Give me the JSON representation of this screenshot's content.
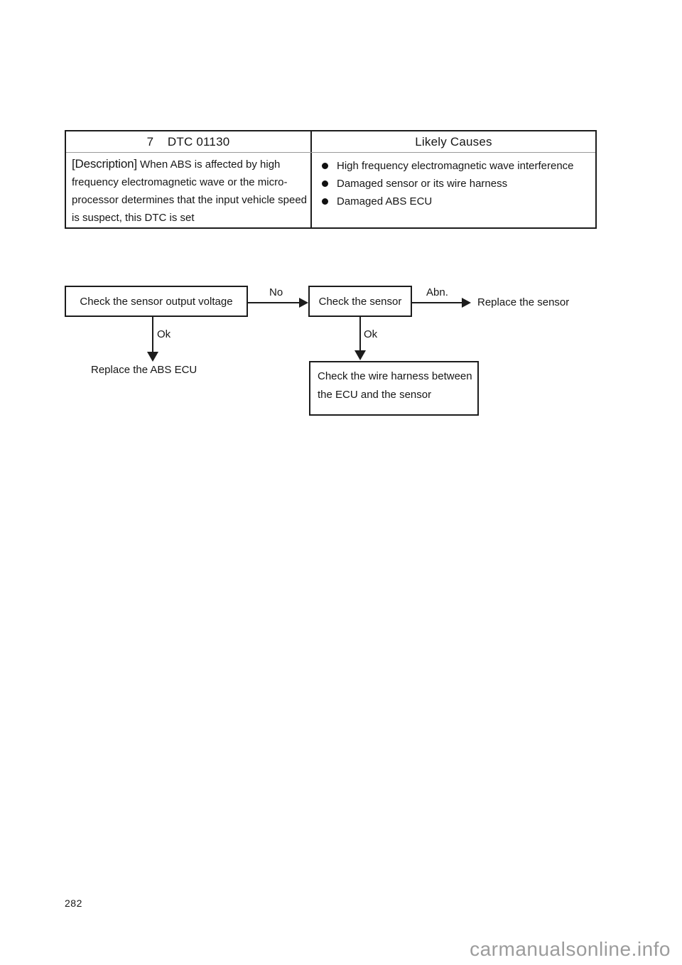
{
  "dtc_table": {
    "header": {
      "code": "7    DTC 01130",
      "causes_title": "Likely Causes"
    },
    "description": {
      "label": "[Description]",
      "text": " When ABS is affected by high frequency electromagnetic wave or the micro-processor determines that the input vehicle speed is suspect, this DTC is set"
    },
    "likely_causes": [
      "High frequency electromagnetic wave interference",
      "Damaged sensor or its wire harness",
      "Damaged ABS ECU"
    ]
  },
  "flowchart": {
    "step_check_voltage": "Check the sensor output voltage",
    "step_check_sensor": "Check the sensor",
    "step_check_harness_line1": "Check the wire harness between",
    "step_check_harness_line2": "the ECU and the sensor",
    "label_no": "No",
    "label_abn": "Abn.",
    "label_ok_left": "Ok",
    "label_ok_right": "Ok",
    "result_replace_sensor": "Replace the sensor",
    "result_replace_abs_ecu": "Replace the ABS ECU"
  },
  "footer": {
    "page_number": "282",
    "watermark": "carmanualsonline.info"
  }
}
